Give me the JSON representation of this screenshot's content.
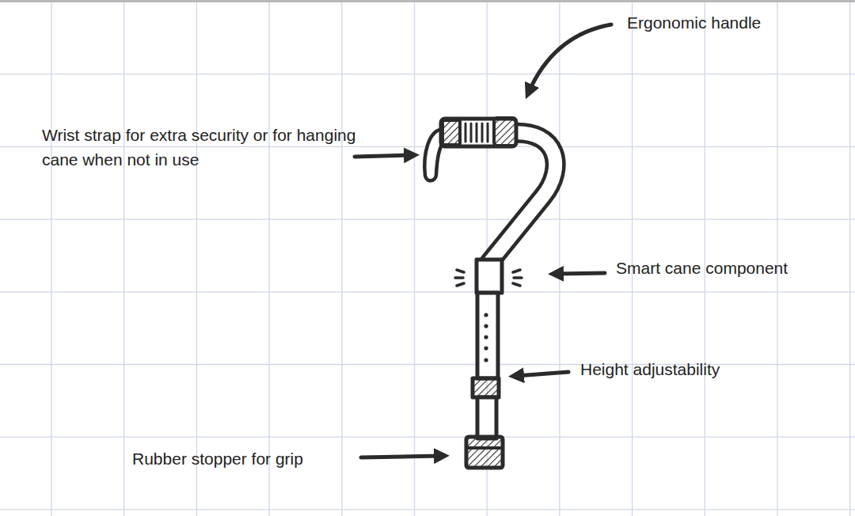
{
  "diagram": {
    "labels": [
      "Ergonomic handle",
      "Wrist strap for extra security or for hanging cane when not in use",
      "Smart cane component",
      "Height adjustability",
      "Rubber stopper for grip"
    ]
  }
}
